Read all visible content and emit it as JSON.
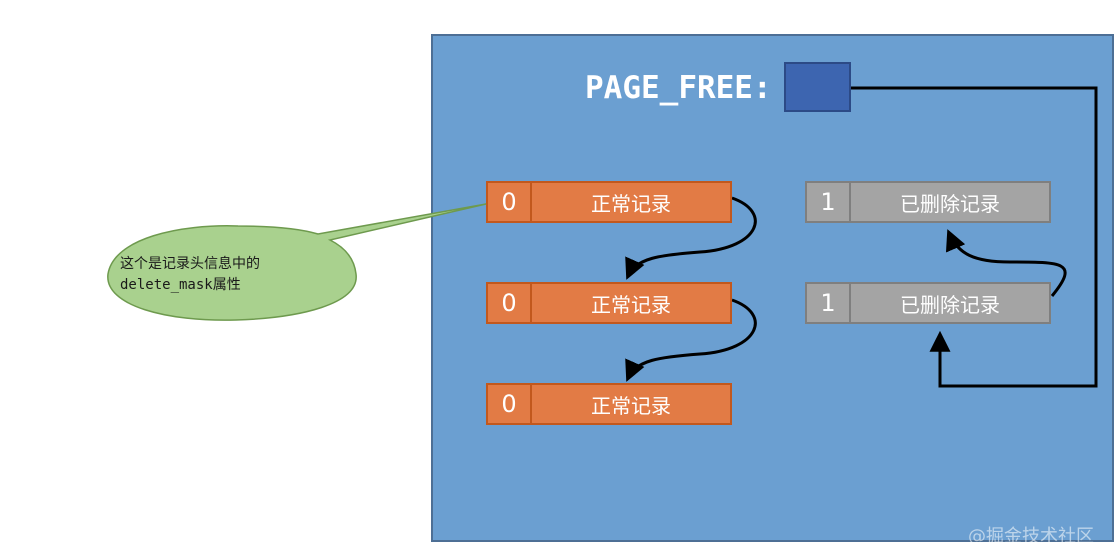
{
  "page_free": {
    "label": "PAGE_FREE:"
  },
  "normal_records": [
    {
      "mask": "0",
      "label": "正常记录"
    },
    {
      "mask": "0",
      "label": "正常记录"
    },
    {
      "mask": "0",
      "label": "正常记录"
    }
  ],
  "deleted_records": [
    {
      "mask": "1",
      "label": "已删除记录"
    },
    {
      "mask": "1",
      "label": "已删除记录"
    }
  ],
  "callout": {
    "line1": "这个是记录头信息中的",
    "line2": "delete_mask属性"
  },
  "watermark": "@掘金技术社区",
  "colors": {
    "page_bg": "#6b9fd1",
    "pointer_box": "#3d65b0",
    "normal_record": "#e27b45",
    "deleted_record": "#a4a4a4",
    "callout_fill": "#a9d18e"
  }
}
